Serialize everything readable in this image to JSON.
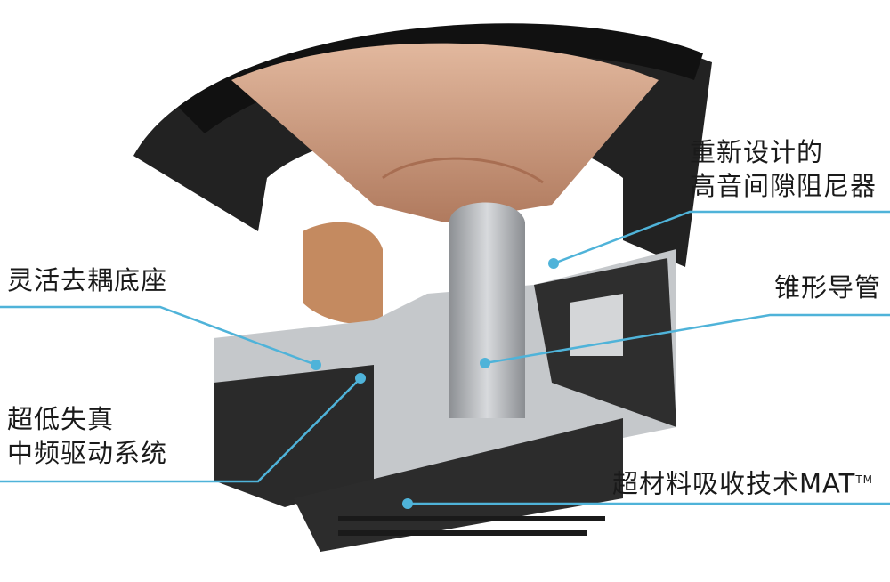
{
  "labels": {
    "tweeter_damper": {
      "line1": "重新设计的",
      "line2": "高音间隙阻尼器"
    },
    "decoupling_base": {
      "line1": "灵活去耦底座"
    },
    "tapered_tube": {
      "line1": "锥形导管"
    },
    "midrange_drive": {
      "line1": "超低失真",
      "line2": "中频驱动系统"
    },
    "mat": {
      "line1": "超材料吸收技术MAT",
      "trademark": "TM"
    }
  },
  "colors": {
    "leader_line": "#4fb3d9",
    "cone": "#c9957a",
    "foam": "#2b2b2b",
    "metal": "#b9bcc0"
  }
}
